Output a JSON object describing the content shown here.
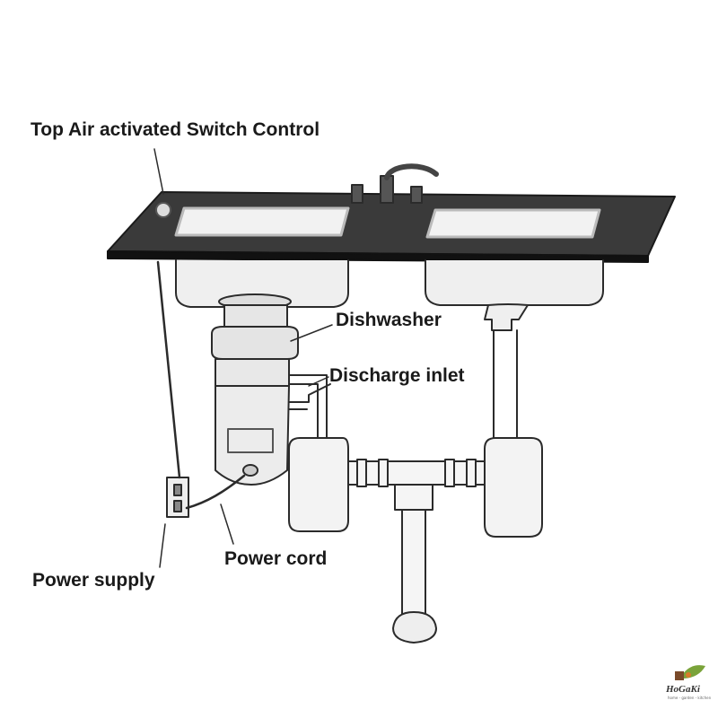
{
  "labels": {
    "switch_control": "Top Air activated Switch Control",
    "dishwasher": "Dishwasher",
    "discharge_inlet": "Discharge inlet",
    "power_cord": "Power cord",
    "power_supply": "Power supply"
  },
  "logo": {
    "name": "HoGaKi",
    "tagline": "home - garden - kitchen"
  },
  "colors": {
    "line": "#2b2b2b",
    "countertop": "#3a3a3a",
    "sink_fill": "#efefef",
    "logo_leaf": "#7aa33a"
  }
}
